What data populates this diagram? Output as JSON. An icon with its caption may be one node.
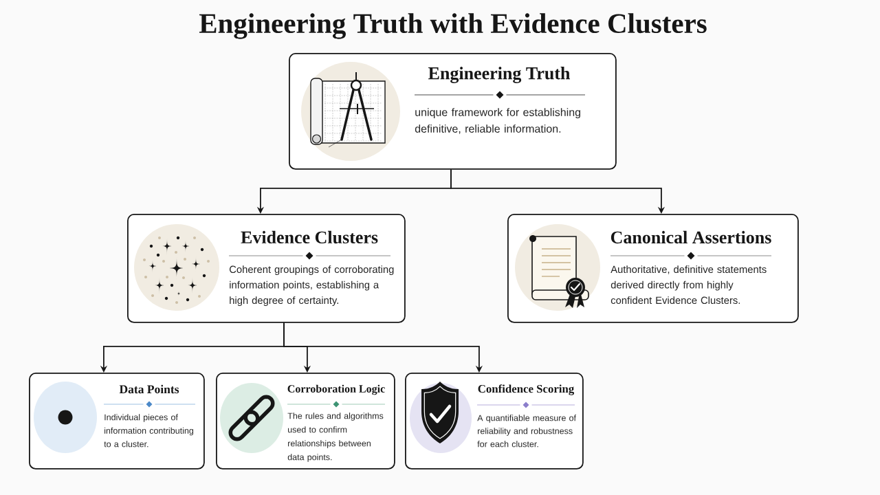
{
  "diagram": {
    "title": "Engineering Truth with Evidence Clusters",
    "nodes": [
      {
        "text": [
          "Engineering Truth",
          "unique framework for establishing definitive, reliable information."
        ]
      },
      {
        "text": [
          "Evidence Clusters",
          "Coherent groupings of corroborating information points, establishing a high degree of certainty."
        ]
      },
      {
        "text": [
          "Canonical Assertions",
          "Authoritative, definitive statements derived directly from highly confident Evidence Clusters."
        ]
      },
      {
        "text": [
          "Data Points",
          "Individual pieces of information contributing to a cluster."
        ]
      },
      {
        "text": [
          "Corroboration Logic",
          "The rules and algorithms used to confirm relationships between data points."
        ]
      },
      {
        "text": [
          "Confidence Scoring",
          "A quantifiable measure of reliability and robustness for each cluster."
        ]
      }
    ],
    "edges": [
      {
        "from": 0,
        "to": 1,
        "arrow": "to"
      },
      {
        "from": 0,
        "to": 2,
        "arrow": "to"
      },
      {
        "from": 1,
        "to": 3,
        "arrow": "to"
      },
      {
        "from": 1,
        "to": 4,
        "arrow": "to"
      },
      {
        "from": 1,
        "to": 5,
        "arrow": "to"
      }
    ]
  }
}
